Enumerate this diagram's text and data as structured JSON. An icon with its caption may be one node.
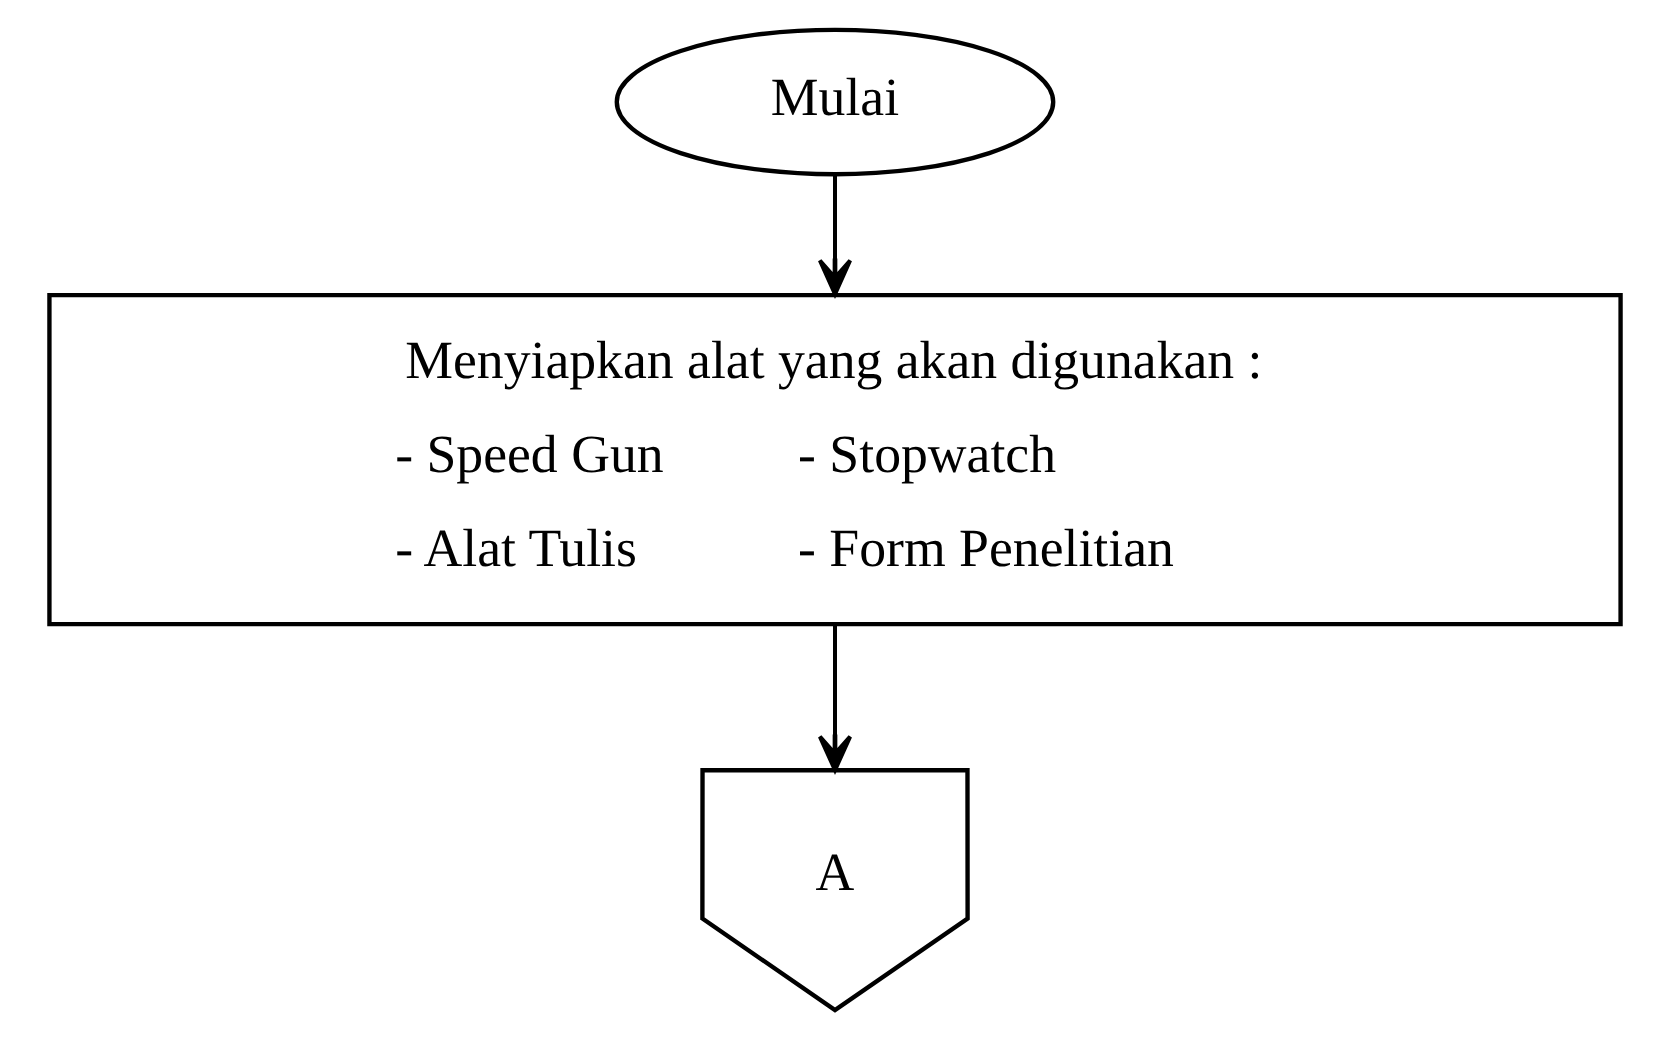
{
  "diagram": {
    "nodes": [
      {
        "text": [
          "Mulai"
        ]
      },
      {
        "text": [
          "Menyiapkan alat yang akan digunakan :",
          "- Speed Gun",
          "- Stopwatch",
          "- Alat Tulis",
          "- Form Penelitian"
        ]
      },
      {
        "text": [
          "A"
        ]
      }
    ],
    "edges": [
      {
        "from": 0,
        "to": 1,
        "arrow": "to"
      },
      {
        "from": 1,
        "to": 2,
        "arrow": "to"
      }
    ]
  }
}
